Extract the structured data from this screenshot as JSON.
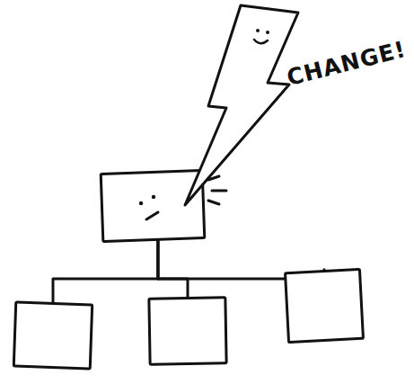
{
  "diagram": {
    "nodes": [
      {
        "text": []
      },
      {
        "text": []
      },
      {
        "text": []
      },
      {
        "text": []
      }
    ],
    "edges": [
      {
        "from": 0,
        "to": 1,
        "arrow": "none"
      },
      {
        "from": 0,
        "to": 2,
        "arrow": "none"
      },
      {
        "from": 0,
        "to": 3,
        "arrow": "none"
      }
    ],
    "labels": [
      "CHANGE!"
    ]
  }
}
